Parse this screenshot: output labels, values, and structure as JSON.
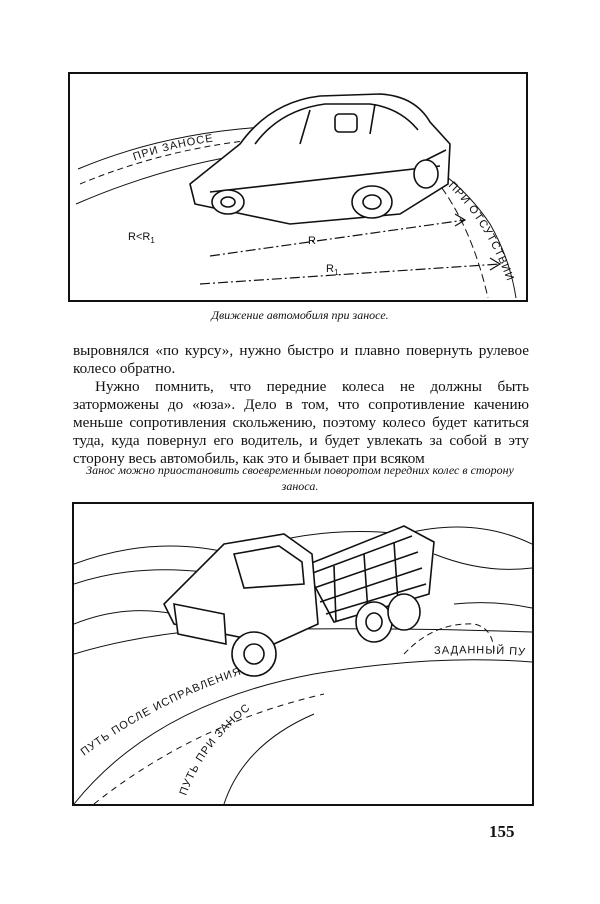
{
  "figure1": {
    "labels": {
      "skid_path": "ПРИ ЗАНОСЕ",
      "no_skid_path": "ПРИ ОТСУТСТВИИ ЗАНОСА",
      "radius_relation": "R<R",
      "radius_relation_sub": "1",
      "radius": "R",
      "radius1": "R",
      "radius1_sub": "1"
    },
    "caption": "Движение автомобиля при заносе."
  },
  "text": {
    "paragraph1": "выровнялся «по курсу», нужно быстро и плавно повернуть рулевое колесо обратно.",
    "paragraph2": "Нужно помнить, что передние колеса не должны быть заторможены до «юза». Дело в том, что сопротивление качению меньше сопротивления скольжению, поэтому колесо будет катиться туда, куда повернул его водитель, и будет увлекать за собой в эту сторону весь автомобиль, как это и бывает при всяком"
  },
  "figure2": {
    "caption": "Занос можно приостановить своевременным поворотом передних колес в сторону заноса.",
    "labels": {
      "target_path": "ЗАДАННЫЙ ПУТЬ",
      "path_after_correction": "ПУТЬ ПОСЛЕ ИСПРАВЛЕНИЯ",
      "path_during_skid": "ПУТЬ ПРИ ЗАНОСЕ"
    }
  },
  "page_number": "155"
}
